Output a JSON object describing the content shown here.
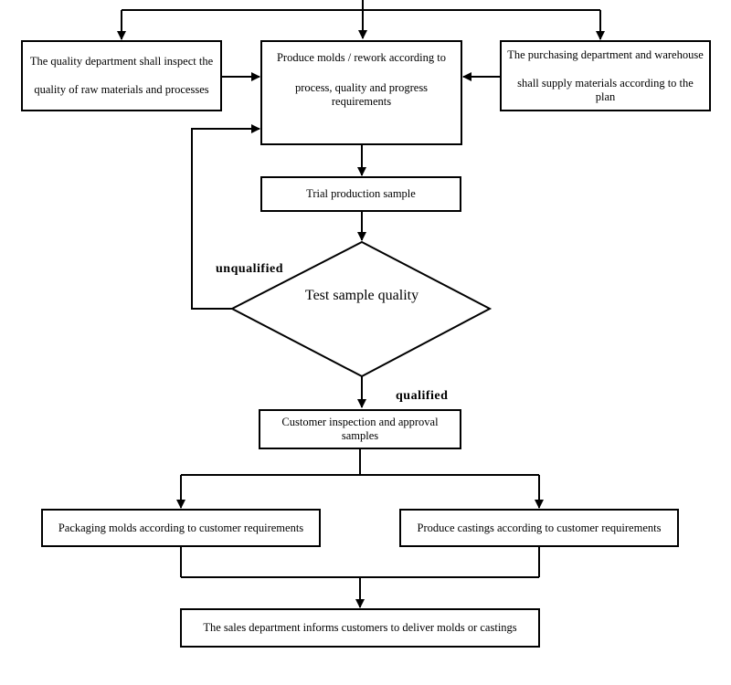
{
  "nodes": {
    "quality_inspect": {
      "line1": "The quality department shall inspect the",
      "line2": "quality of raw materials and processes"
    },
    "produce_molds": {
      "line1": "Produce molds / rework according to",
      "line2": "process, quality and progress requirements"
    },
    "purchasing": {
      "line1": "The purchasing department and warehouse",
      "line2": "shall supply materials according to the plan"
    },
    "trial_sample": "Trial production sample",
    "test_quality": "Test sample quality",
    "customer_approval": "Customer inspection and approval samples",
    "packaging": "Packaging molds according to customer requirements",
    "castings": "Produce castings according to customer requirements",
    "sales_deliver": "The sales department informs customers to deliver molds or castings"
  },
  "edges": {
    "unqualified": "unqualified",
    "qualified": "qualified"
  }
}
